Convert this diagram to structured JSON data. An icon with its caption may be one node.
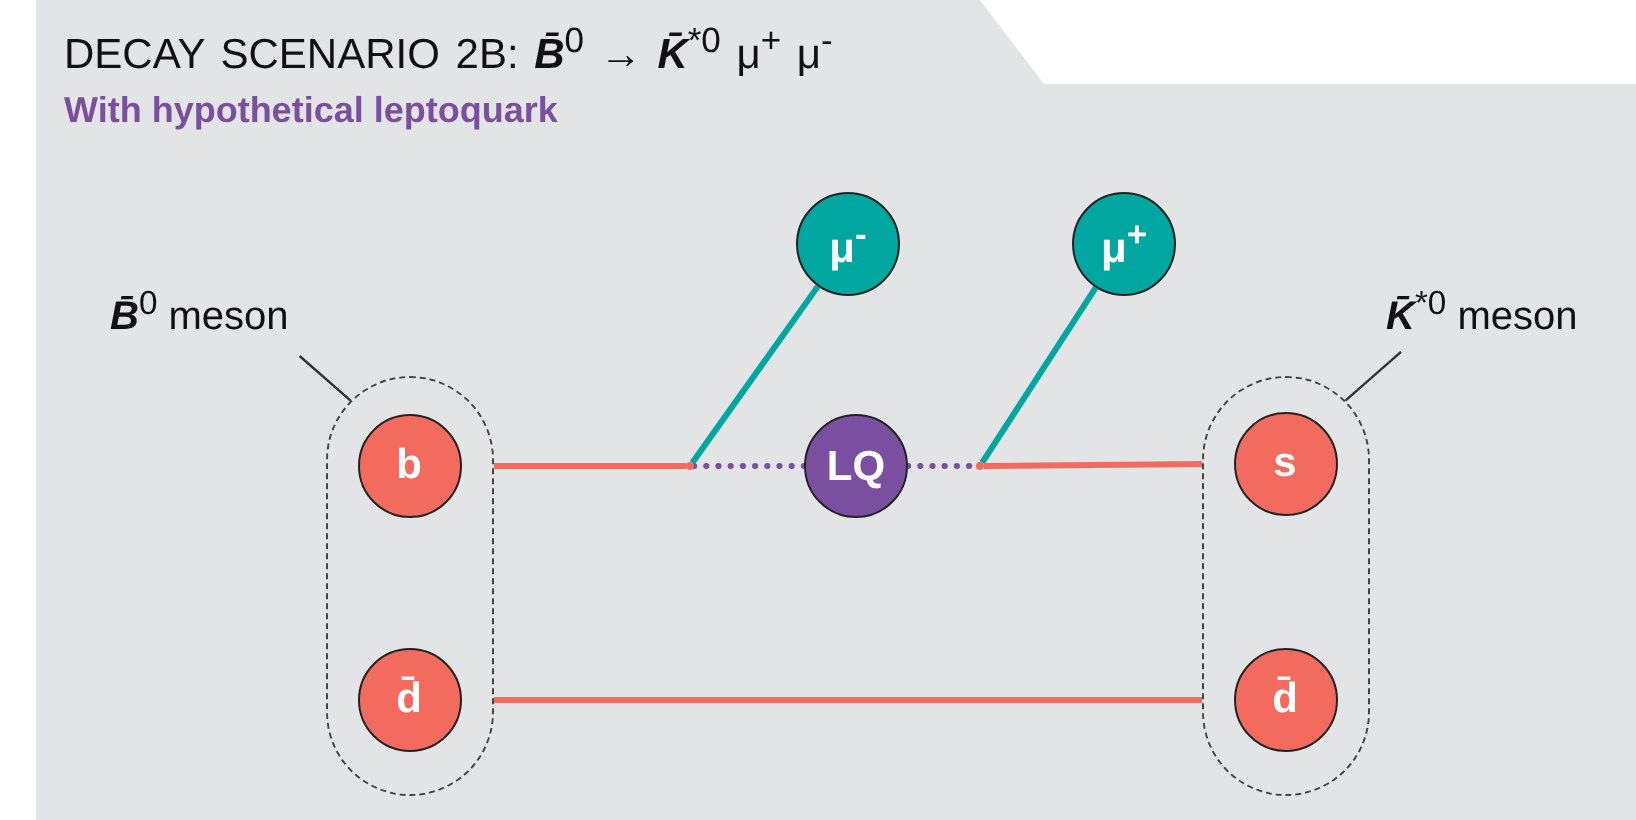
{
  "diagram": {
    "title": "DECAY SCENARIO 2B: **B̄**$^{0}$ → **K̄**$^{*0}$ μ$^{+}$ μ$^{-}$",
    "nodes": [
      {
        "text": [
          "**B̄**$^{0}$ meson"
        ]
      },
      {
        "text": [],
        "shape": "box"
      },
      {
        "text": [
          "b"
        ],
        "in": 1
      },
      {
        "text": [
          "d̄"
        ],
        "in": 1
      },
      {
        "text": [
          "μ$^{-}$"
        ]
      },
      {
        "text": [
          "LQ"
        ]
      },
      {
        "text": [
          "μ$^{+}$"
        ]
      },
      {
        "text": [
          "**K̄**$^{*0}$ meson"
        ]
      },
      {
        "text": [],
        "shape": "box"
      },
      {
        "text": [
          "s"
        ],
        "in": 8
      },
      {
        "text": [
          "d̄"
        ],
        "in": 8
      },
      {
        "text": [],
        "shape": "dot"
      },
      {
        "text": [],
        "shape": "dot"
      }
    ],
    "edges": [
      {
        "from": 0,
        "to": 1,
        "arrow": "none",
        "color": "#333333"
      },
      {
        "from": 7,
        "to": 8,
        "arrow": "none",
        "color": "#333333"
      },
      {
        "from": 2,
        "to": 11,
        "arrow": "none"
      },
      {
        "from": 11,
        "to": 4,
        "arrow": "none",
        "color": "#00a6a0"
      },
      {
        "from": 11,
        "to": 5,
        "arrow": "none",
        "style": "dashed",
        "color": "#7b4fa0"
      },
      {
        "from": 5,
        "to": 12,
        "arrow": "none",
        "style": "dashed",
        "color": "#7b4fa0"
      },
      {
        "from": 12,
        "to": 6,
        "arrow": "none",
        "color": "#00a6a0"
      },
      {
        "from": 12,
        "to": 9,
        "arrow": "none"
      },
      {
        "from": 3,
        "to": 10,
        "arrow": "none"
      }
    ],
    "labels": [
      "With hypothetical leptoquark"
    ]
  }
}
